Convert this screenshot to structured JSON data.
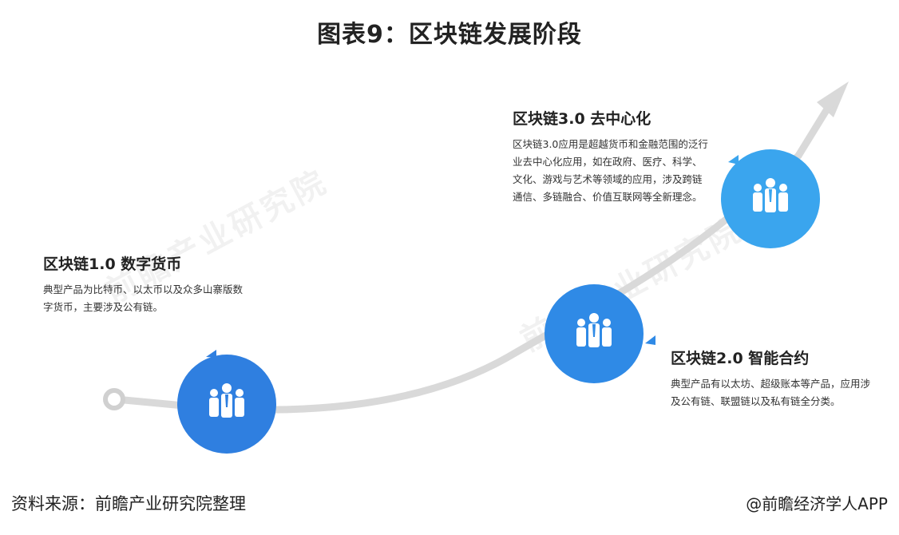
{
  "title": "图表9：区块链发展阶段",
  "stages": [
    {
      "title": "区块链1.0 数字货币",
      "description": "典型产品为比特币、以太币以及众多山寨版数字货币，主要涉及公有链。",
      "color": "#2f7fe0",
      "icon": "people-group-icon"
    },
    {
      "title": "区块链2.0 智能合约",
      "description": "典型产品有以太坊、超级账本等产品，应用涉及公有链、联盟链以及私有链全分类。",
      "color": "#2f8ae6",
      "icon": "people-group-icon"
    },
    {
      "title": "区块链3.0 去中心化",
      "description": "区块链3.0应用是超越货币和金融范围的泛行业去中心化应用，如在政府、医疗、科学、文化、游戏与艺术等领域的应用，涉及跨链通信、多链融合、价值互联网等全新理念。",
      "color": "#3aa5ee",
      "icon": "people-group-icon"
    }
  ],
  "watermark": "前瞻产业研究院",
  "footer": {
    "source": "资料来源：前瞻产业研究院整理",
    "credit": "@前瞻经济学人APP"
  }
}
